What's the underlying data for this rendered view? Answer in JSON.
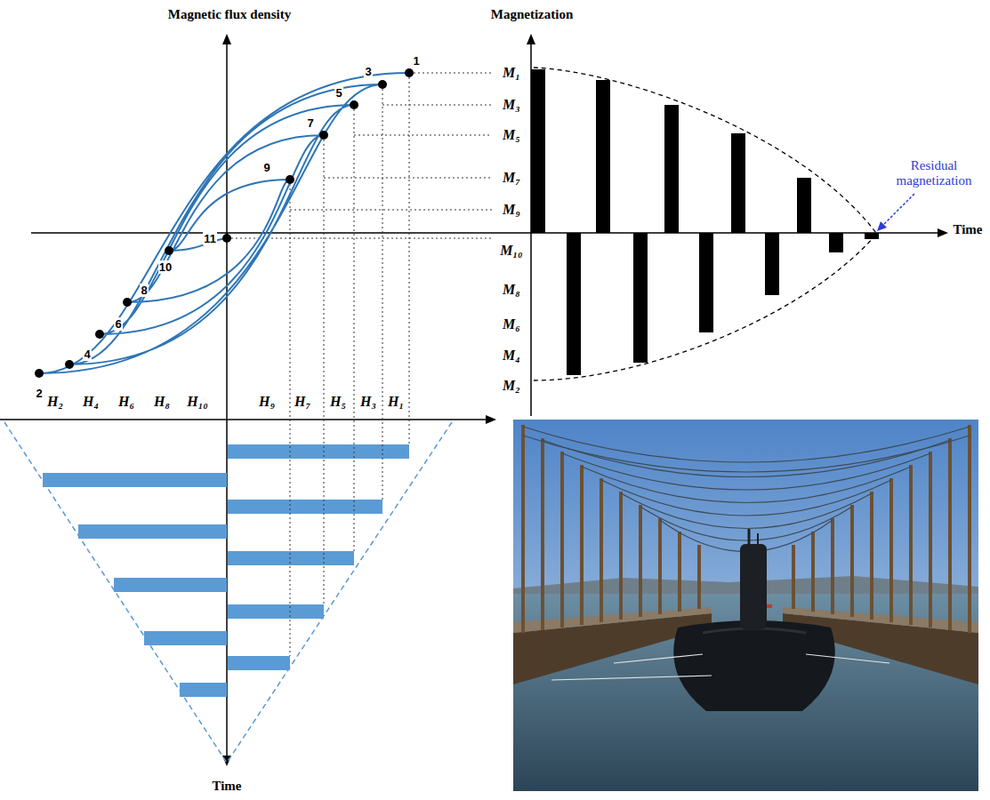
{
  "diagram": {
    "labels": [
      "Magnetic flux density",
      "Magnetization",
      "1",
      "3",
      "5",
      "7",
      "9",
      "11",
      "10",
      "8",
      "6",
      "4",
      "2",
      "M₁",
      "M₃",
      "M₅",
      "M₇",
      "M₉",
      "M₁₀",
      "M₈",
      "M₆",
      "M₄",
      "M₂",
      "Residual magnetization",
      "Time",
      "H₂",
      "H₄",
      "H₆",
      "H₈",
      "H₁₀",
      "H₉",
      "H₇",
      "H₅",
      "H₃",
      "H₁",
      "Time"
    ]
  }
}
